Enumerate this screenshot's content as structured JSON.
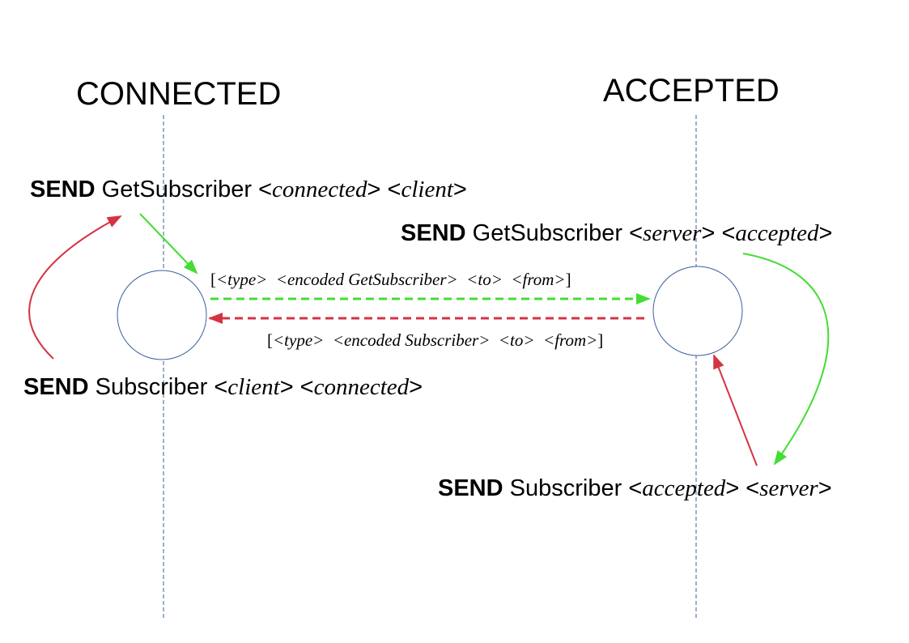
{
  "states": {
    "left": {
      "title": "CONNECTED"
    },
    "right": {
      "title": "ACCEPTED"
    }
  },
  "messages": {
    "send_keyword": "SEND",
    "left_top": {
      "name": "GetSubscriber",
      "lt1": "<",
      "arg1": "connected",
      "gt1": ">",
      "lt2": " <",
      "arg2": "client",
      "gt2": ">"
    },
    "left_bottom": {
      "name": "Subscriber",
      "lt1": "<",
      "arg1": "client",
      "gt1": ">",
      "lt2": " <",
      "arg2": "connected",
      "gt2": ">"
    },
    "right_top": {
      "name": "GetSubscriber",
      "lt1": "<",
      "arg1": "server",
      "gt1": ">",
      "lt2": " <",
      "arg2": "accepted",
      "gt2": ">"
    },
    "right_bottom": {
      "name": "Subscriber",
      "lt1": "<",
      "arg1": "accepted",
      "gt1": ">",
      "lt2": " <",
      "arg2": "server",
      "gt2": ">"
    }
  },
  "envelopes": {
    "forward": {
      "open": "[",
      "body": "<type>  <encoded GetSubscriber>  <to>  <from>",
      "close": "]"
    },
    "backward": {
      "open": "[",
      "body": "<type>  <encoded Subscriber>  <to>  <from>",
      "close": "]"
    }
  },
  "colors": {
    "green": "#44dd33",
    "red": "#d43344",
    "lifeline": "#3a5f9a"
  }
}
